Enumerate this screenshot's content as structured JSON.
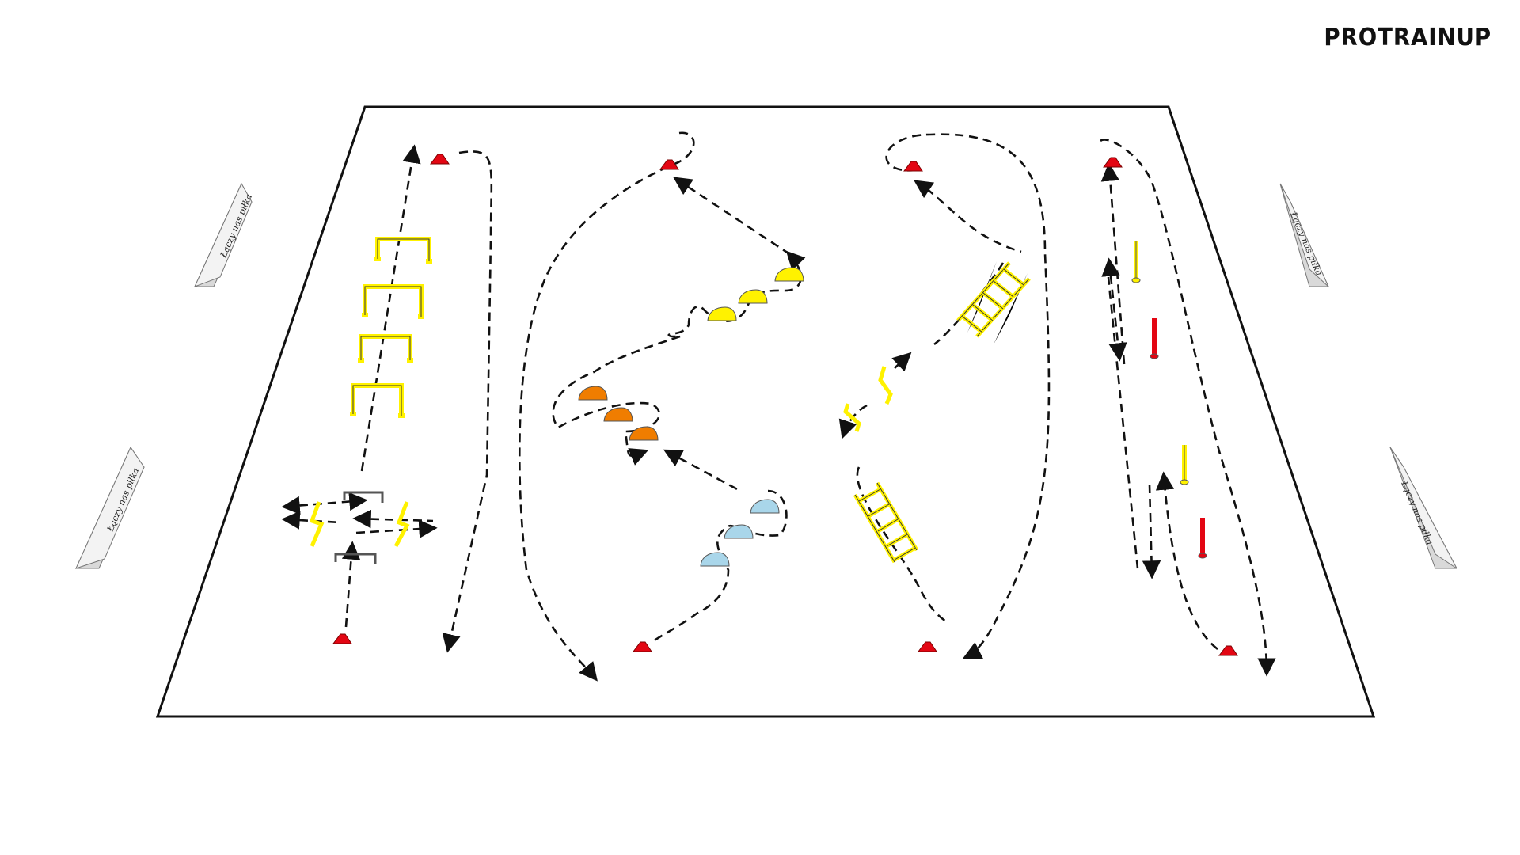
{
  "brand": {
    "name": "PROTRAINUP"
  },
  "banner": {
    "text": "Łączy nas piłka"
  },
  "colors": {
    "cone_red": "#e30613",
    "cone_yellow": "#fff200",
    "cone_orange": "#f07d00",
    "cone_blue": "#a9d6ea",
    "equipment_yellow": "#fff200",
    "equipment_white": "#ffffff",
    "pole_red": "#e30613",
    "line": "#111111"
  },
  "equipment": {
    "cones_red": 8,
    "cones_yellow": 3,
    "cones_orange": 3,
    "cones_blue": 3,
    "hurdles_yellow": 4,
    "hurdles_white": 2,
    "ladders": 2,
    "poles": 4
  }
}
